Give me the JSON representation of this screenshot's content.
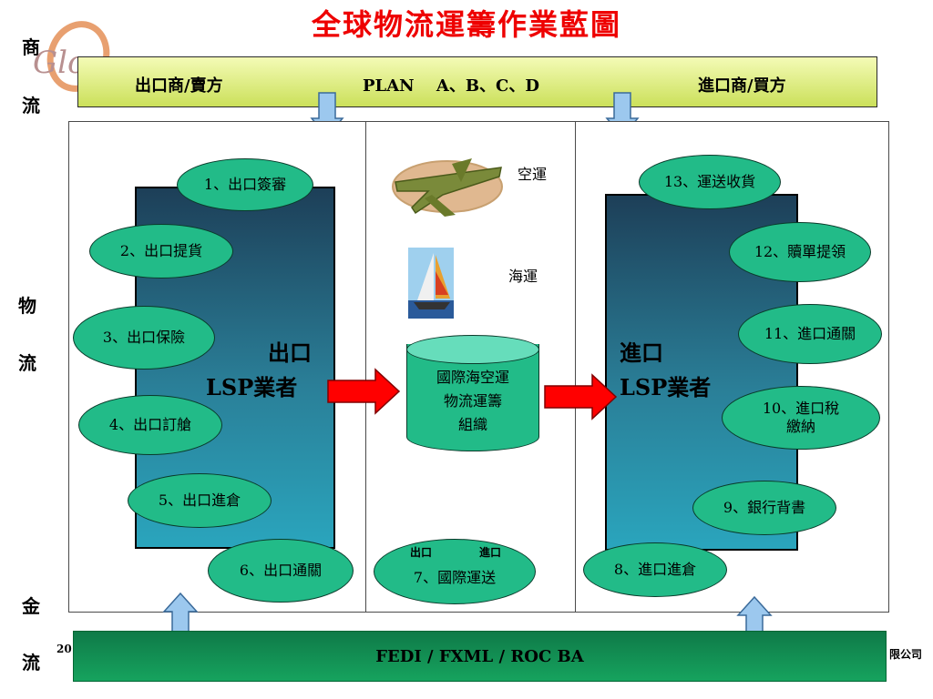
{
  "title": "全球物流運籌作業藍圖",
  "side_labels": {
    "commerce": [
      "商",
      "流"
    ],
    "logistics": [
      "物",
      "流"
    ],
    "finance": [
      "金",
      "流"
    ]
  },
  "top_bar": {
    "left": "出口商/賣方",
    "center": "PLAN　 A、B、C、D",
    "right": "進口商/買方"
  },
  "export_lsp": {
    "line1": "出口",
    "line2": "LSP業者"
  },
  "import_lsp": {
    "line1": "進口",
    "line2": "LSP業者"
  },
  "export_steps": [
    "1、出口簽審",
    "2、出口提貨",
    "3、出口保險",
    "4、出口訂艙",
    "5、出口進倉",
    "6、出口通關"
  ],
  "import_steps": [
    "13、運送收貨",
    "12、贖單提領",
    "11、進口通關",
    "10、進口稅繳納",
    "9、銀行背書",
    "8、進口進倉"
  ],
  "transport_modes": {
    "air": "空運",
    "sea": "海運"
  },
  "center_org": {
    "line1": "國際海空運",
    "line2": "物流運籌",
    "line3": "組織"
  },
  "international_transport": {
    "top_left": "出口",
    "top_right": "進口",
    "label": "7、國際運送"
  },
  "bottom_bar": {
    "label": "FEDI / FXML / ROC BA"
  },
  "footer_fragments": {
    "left": "20",
    "right": "限公司"
  },
  "logo": {
    "text": "Glo"
  },
  "colors": {
    "title": "#ee0000",
    "oval_fill": "#22bb88",
    "top_bar": "#cbe05a",
    "bottom_bar": "#16a35e",
    "arrow_red": "#ff0000",
    "arrow_blue": "#9cc8ee"
  }
}
